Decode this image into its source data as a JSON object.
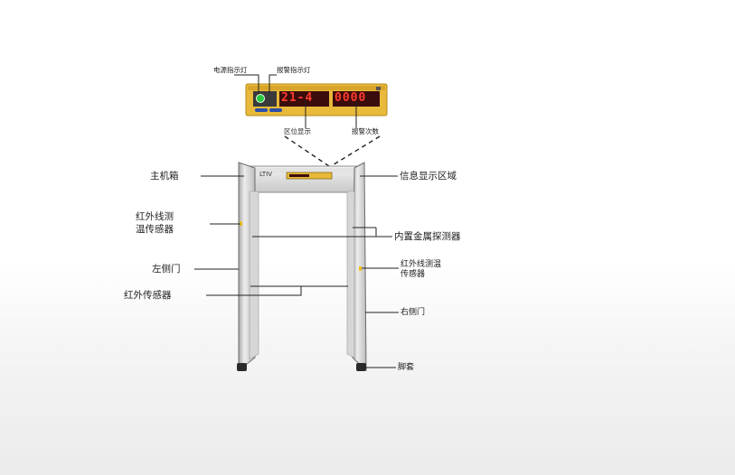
{
  "labels": {
    "power_indicator": "电源指示灯",
    "alarm_indicator": "报警指示灯",
    "zone_display": "区位显示",
    "alarm_count": "报警次数",
    "host_box": "主机箱",
    "info_display": "信息显示区域",
    "ir_temp_sensor_left_1": "红外线测",
    "ir_temp_sensor_left_2": "温传感器",
    "metal_detector": "内置金属探测器",
    "left_door": "左侧门",
    "ir_temp_sensor_right_1": "红外线测温",
    "ir_temp_sensor_right_2": "传感器",
    "ir_sensor": "红外传感器",
    "right_door": "右侧门",
    "foot_cover": "脚套"
  },
  "panel": {
    "zone_digits": "21-4",
    "count_digits": "0000"
  },
  "gate": {
    "brand": "LTIV"
  },
  "colors": {
    "panel_body": "#e8b93a",
    "display_red": "#ff3b2f",
    "power_led": "#27c93f",
    "frame_gray": "#c9c9c9"
  }
}
